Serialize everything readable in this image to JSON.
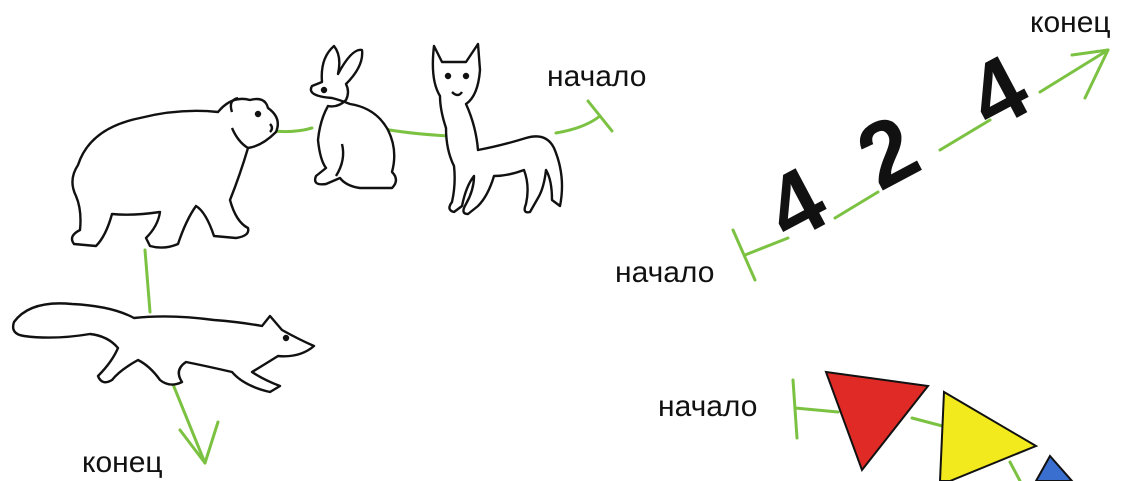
{
  "animal_chain": {
    "items": [
      {
        "icon": "fox-icon"
      },
      {
        "icon": "bear-icon"
      },
      {
        "icon": "hare-icon"
      },
      {
        "icon": "wolf-icon"
      }
    ],
    "start_label": "начало",
    "end_label": "конец"
  },
  "number_chain": {
    "start_label": "начало",
    "end_label": "конец",
    "numbers": [
      "4",
      "2",
      "4"
    ]
  },
  "shape_chain": {
    "start_label": "начало",
    "triangles": [
      {
        "color": "#e02a26"
      },
      {
        "color": "#f2ea1d"
      },
      {
        "color": "#3a6fd0"
      }
    ]
  },
  "colors": {
    "line": "#7cc242"
  }
}
